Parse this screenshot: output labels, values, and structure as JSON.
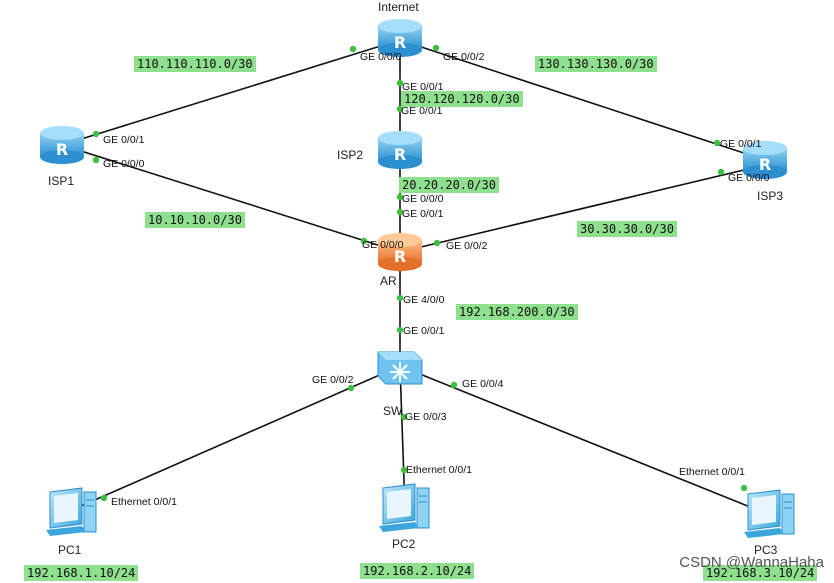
{
  "nodes": {
    "internet": "Internet",
    "isp1": "ISP1",
    "isp2": "ISP2",
    "isp3": "ISP3",
    "ar": "AR",
    "sw": "SW",
    "pc1": "PC1",
    "pc2": "PC2",
    "pc3": "PC3"
  },
  "subnets": {
    "internet_isp1": "110.110.110.0/30",
    "internet_isp3": "130.130.130.0/30",
    "internet_isp2": "120.120.120.0/30",
    "isp1_ar": "10.10.10.0/30",
    "isp2_ar": "20.20.20.0/30",
    "isp3_ar": "30.30.30.0/30",
    "ar_sw": "192.168.200.0/30",
    "pc1": "192.168.1.10/24",
    "pc2": "192.168.2.10/24",
    "pc3": "192.168.3.10/24"
  },
  "ports": {
    "internet_left": "GE 0/0/0",
    "internet_right": "GE 0/0/2",
    "internet_down": "GE 0/0/1",
    "isp2_up": "GE 0/0/1",
    "isp2_down": "GE 0/0/0",
    "isp1_up": "GE 0/0/1",
    "isp1_down": "GE 0/0/0",
    "isp3_up": "GE 0/0/1",
    "isp3_down": "GE 0/0/0",
    "ar_up": "GE 0/0/1",
    "ar_left": "GE 0/0/0",
    "ar_right": "GE 0/0/2",
    "ar_down": "GE 4/0/0",
    "sw_up": "GE 0/0/1",
    "sw_left": "GE 0/0/2",
    "sw_right": "GE 0/0/4",
    "sw_down": "GE 0/0/3",
    "pc1_port": "Ethernet 0/0/1",
    "pc2_port": "Ethernet 0/0/1",
    "pc3_port": "Ethernet 0/0/1"
  },
  "watermark": "CSDN @WannaHaha",
  "colors": {
    "router": "#3aa6dc",
    "ar_router": "#f08a3a",
    "link": "#111111",
    "port_dot": "#3fbf3f",
    "subnet_bg": "#8ee08e"
  }
}
